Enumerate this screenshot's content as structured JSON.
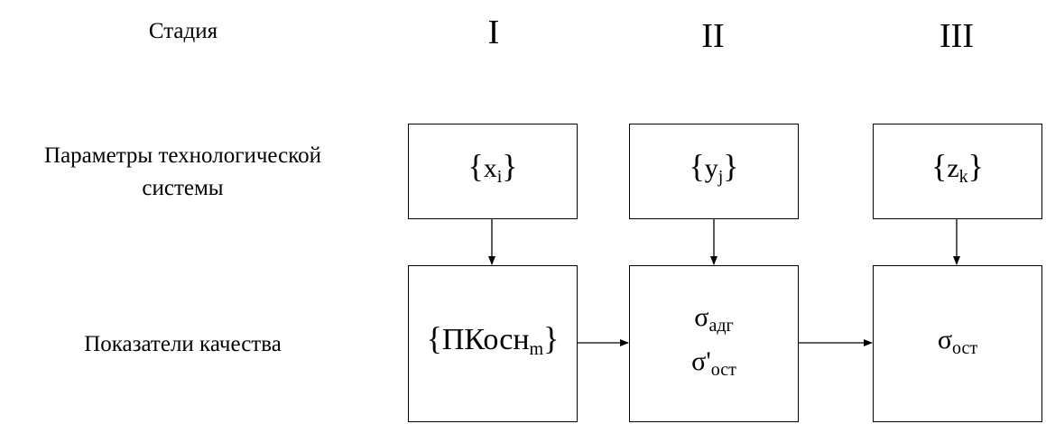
{
  "row_labels": {
    "stage": "Стадия",
    "params_line1": "Параметры технологической",
    "params_line2": "системы",
    "quality": "Показатели качества"
  },
  "stages": [
    "I",
    "II",
    "III"
  ],
  "params": [
    {
      "base": "x",
      "sub": "i"
    },
    {
      "base": "y",
      "sub": "j"
    },
    {
      "base": "z",
      "sub": "k"
    }
  ],
  "quality": {
    "box1": {
      "base": "ПКосн",
      "sub": "m"
    },
    "box2": {
      "line1_base": "σ",
      "line1_sub": "адг",
      "line2_base": "σ'",
      "line2_sub": "ост"
    },
    "box3": {
      "base": "σ",
      "sub": "ост"
    }
  },
  "braces": {
    "open": "{",
    "close": "}"
  }
}
